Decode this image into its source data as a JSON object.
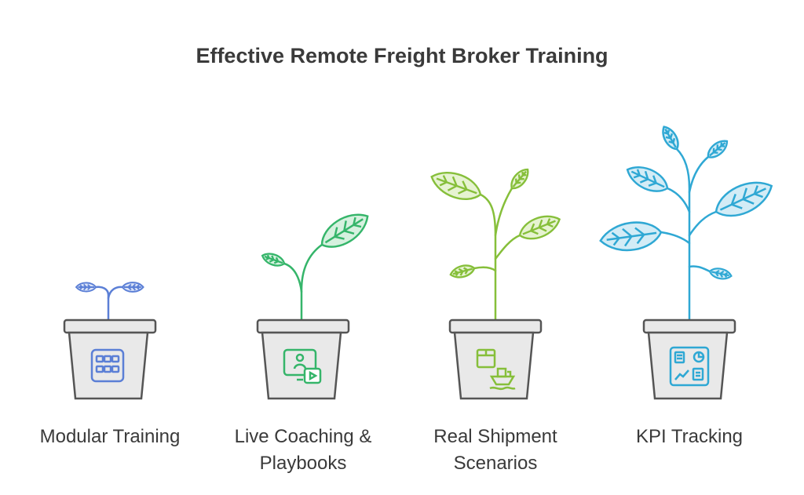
{
  "title": "Effective Remote Freight Broker Training",
  "stages": [
    {
      "id": "modular",
      "lines": [
        "Modular Training"
      ],
      "color": "#5b7fd6",
      "fill": "#dbe4f8",
      "icon": "grid-icon"
    },
    {
      "id": "coaching",
      "lines": [
        "Live Coaching &",
        "Playbooks"
      ],
      "color": "#35b56a",
      "fill": "#d6f1df",
      "icon": "video-coaching-icon"
    },
    {
      "id": "shipment",
      "lines": [
        "Real Shipment",
        "Scenarios"
      ],
      "color": "#86bf3a",
      "fill": "#e6f3d1",
      "icon": "cargo-ship-icon"
    },
    {
      "id": "kpi",
      "lines": [
        "KPI Tracking"
      ],
      "color": "#2fa8d4",
      "fill": "#d3ecf6",
      "icon": "dashboard-icon"
    }
  ]
}
